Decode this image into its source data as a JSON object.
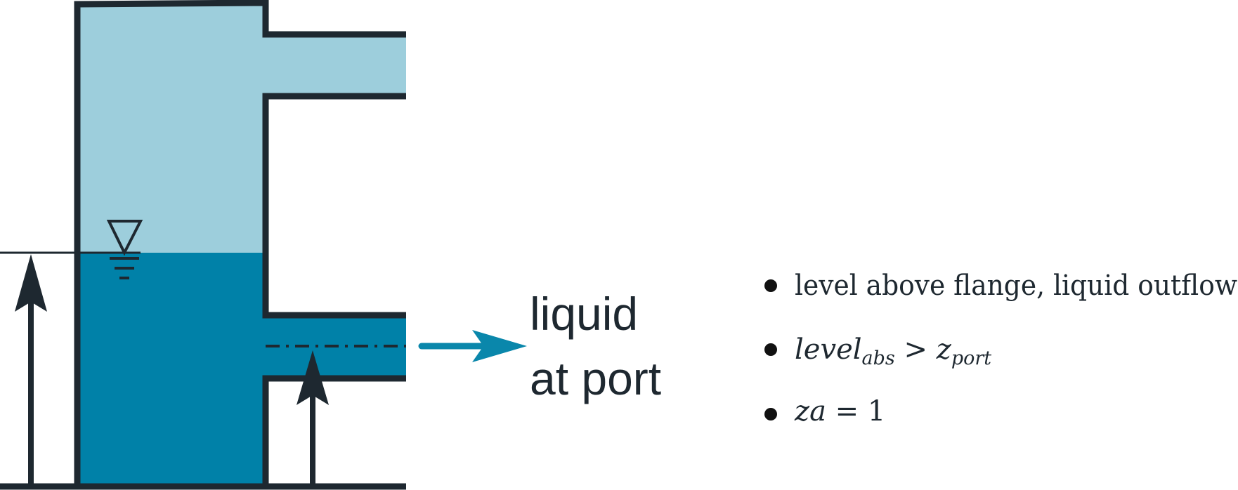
{
  "colors": {
    "gas": "#9dcedc",
    "liquid": "#0081a8",
    "outline": "#1e2830",
    "flow_arrow": "#0a87ab"
  },
  "icons": {
    "water_level": "inverted-triangle-icon"
  },
  "port_label": {
    "line1": "liquid",
    "line2": "at port"
  },
  "bullets": {
    "item1": "level above flange, liquid outflow",
    "item2": {
      "lhs": "level",
      "lhs_sub": "abs",
      "op": " > ",
      "rhs": "z",
      "rhs_sub": "port"
    },
    "item3": {
      "var": "za",
      "op": " = ",
      "val": "1"
    }
  }
}
